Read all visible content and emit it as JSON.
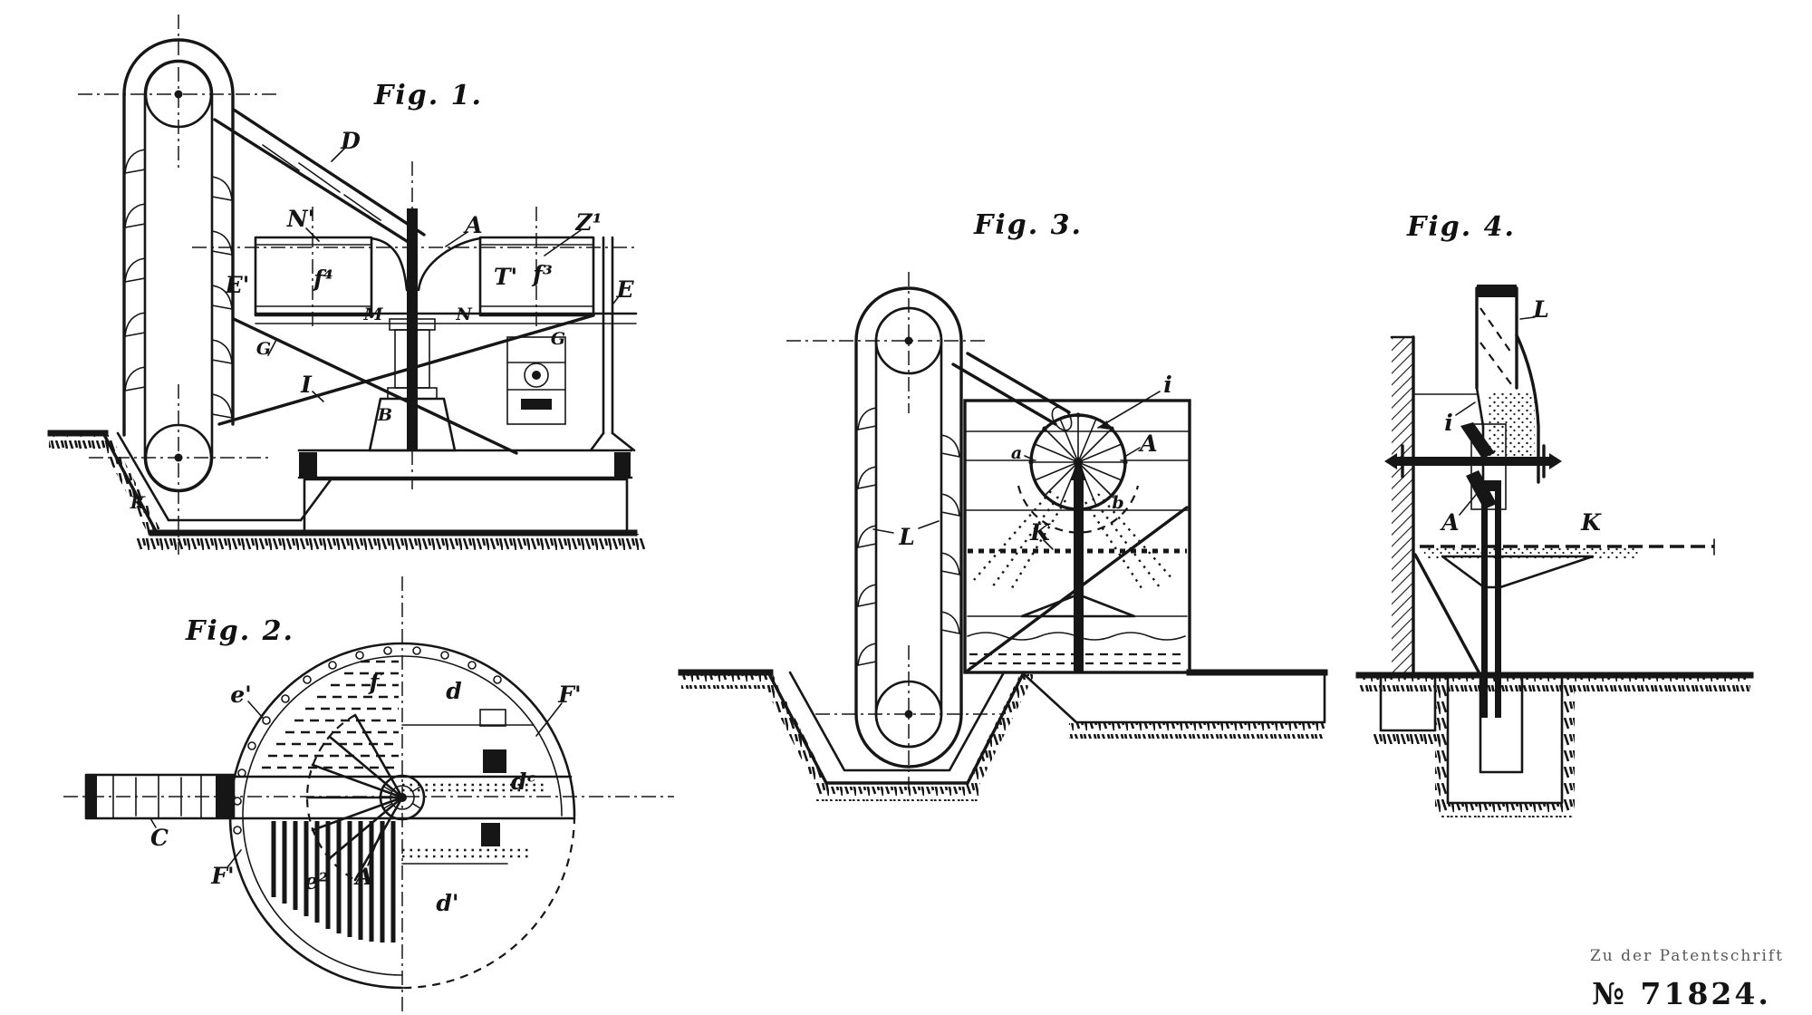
{
  "document": {
    "kind": "patent-drawing-sheet",
    "ink": "#161616",
    "paper": "#ffffff"
  },
  "figures": {
    "fig1": {
      "title": "Fig. 1.",
      "labels": {
        "D": "D",
        "N_prime": "N'",
        "A": "A",
        "Z1": "Z¹",
        "E_prime": "E'",
        "f4": "f⁴",
        "T_prime": "T'",
        "f3": "f³",
        "E": "E",
        "G": "G",
        "G2": "G",
        "I": "I",
        "M": "M",
        "N": "N",
        "B": "B",
        "K": "K"
      }
    },
    "fig2": {
      "title": "Fig. 2.",
      "labels": {
        "e_prime": "e'",
        "f": "f",
        "d": "d",
        "F_prime_top": "F'",
        "d_c": "dᶜ",
        "A": "A",
        "e2": "e²",
        "F_prime_left": "F'",
        "C": "C",
        "d_prime": "d'"
      }
    },
    "fig3": {
      "title": "Fig. 3.",
      "labels": {
        "i": "i",
        "A": "A",
        "a": "a",
        "b": "b",
        "K": "K",
        "L": "L"
      }
    },
    "fig4": {
      "title": "Fig. 4.",
      "labels": {
        "L": "L",
        "i": "i",
        "A": "A",
        "K": "K"
      }
    }
  },
  "footer": {
    "caption": "Zu der Patentschrift",
    "number": "№ 71824."
  }
}
